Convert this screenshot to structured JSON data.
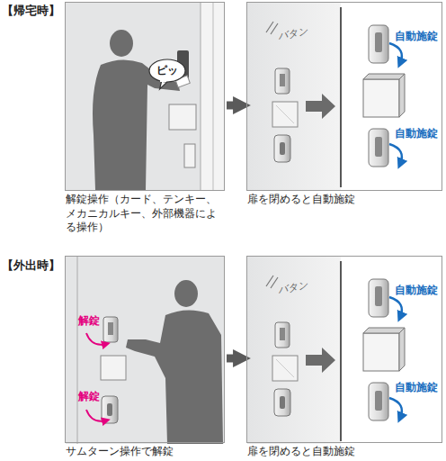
{
  "diagram": {
    "nodes": [
      {
        "text": [
          "解錠操作（カード、テンキー、メカニカルキー、外部機器による操作）"
        ]
      },
      {
        "text": [
          "ピッ"
        ],
        "in": 0
      },
      {
        "text": [
          "扉を閉めると自動施錠",
          "バタン",
          "自動施錠",
          "自動施錠"
        ]
      },
      {
        "text": [
          "サムターン操作で解錠",
          "解錠",
          "解錠"
        ]
      },
      {
        "text": [
          "扉を閉めると自動施錠",
          "バタン",
          "自動施錠",
          "自動施錠"
        ]
      }
    ],
    "edges": [
      {
        "from": 0,
        "to": 2,
        "arrow": "to"
      },
      {
        "from": 3,
        "to": 4,
        "arrow": "to"
      }
    ],
    "labels": [
      "【帰宅時】",
      "【外出時】"
    ]
  }
}
